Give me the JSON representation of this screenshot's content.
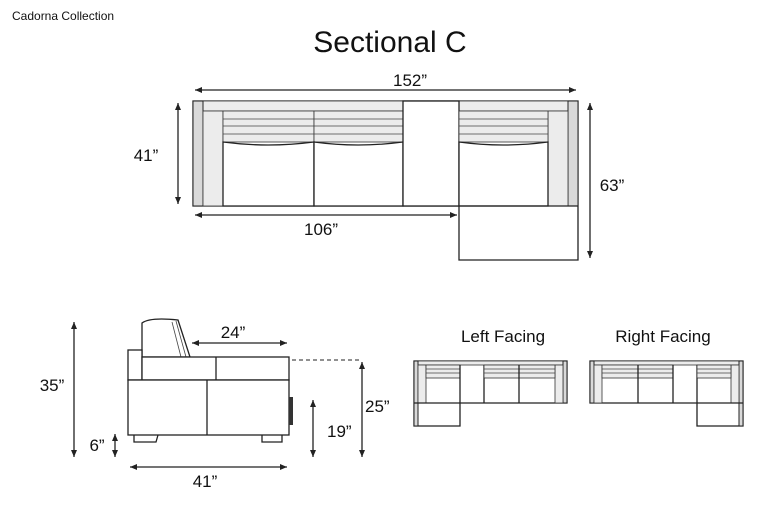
{
  "header": {
    "collection": "Cadorna Collection",
    "title": "Sectional C"
  },
  "top_view": {
    "width_total": "152”",
    "depth_left": "41”",
    "width_main": "106”",
    "depth_chaise": "63”"
  },
  "side_view": {
    "height_total": "35”",
    "seat_depth": "24”",
    "leg_height": "6”",
    "seat_height": "19”",
    "arm_height": "25”",
    "depth_total": "41”"
  },
  "orientations": {
    "left": "Left Facing",
    "right": "Right Facing"
  }
}
